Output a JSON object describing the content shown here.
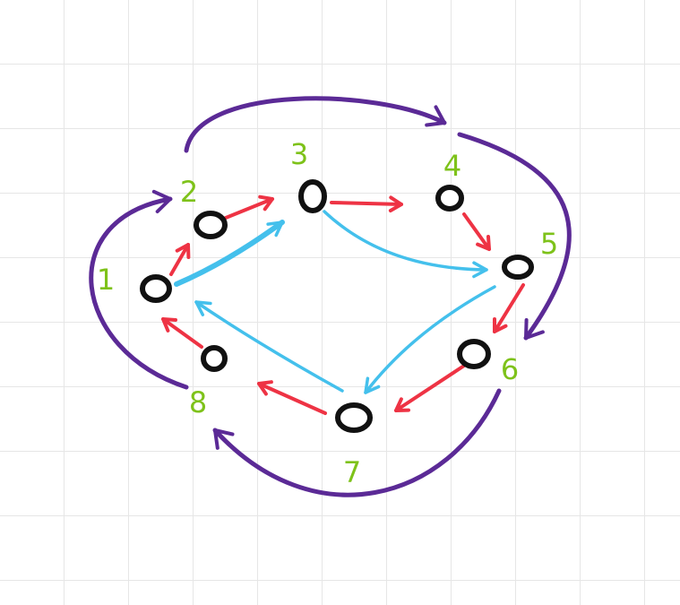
{
  "colors": {
    "node": "#111111",
    "label": "#7ec21a",
    "red_edge": "#ee3344",
    "blue_edge": "#44c0ec",
    "purple_edge": "#5b2a96"
  },
  "nodes": [
    {
      "id": "1",
      "label": "1"
    },
    {
      "id": "2",
      "label": "2"
    },
    {
      "id": "3",
      "label": "3"
    },
    {
      "id": "4",
      "label": "4"
    },
    {
      "id": "5",
      "label": "5"
    },
    {
      "id": "6",
      "label": "6"
    },
    {
      "id": "7",
      "label": "7"
    },
    {
      "id": "8",
      "label": "8"
    }
  ],
  "edges": {
    "red": [
      {
        "from": "1",
        "to": "2"
      },
      {
        "from": "2",
        "to": "3"
      },
      {
        "from": "3",
        "to": "4"
      },
      {
        "from": "4",
        "to": "5"
      },
      {
        "from": "5",
        "to": "6"
      },
      {
        "from": "6",
        "to": "7"
      },
      {
        "from": "7",
        "to": "8"
      },
      {
        "from": "8",
        "to": "1"
      }
    ],
    "blue": [
      {
        "from": "1",
        "to": "3"
      },
      {
        "from": "3",
        "to": "5"
      },
      {
        "from": "5",
        "to": "7"
      },
      {
        "from": "7",
        "to": "1"
      }
    ],
    "purple": [
      {
        "from": "2",
        "to": "4"
      },
      {
        "from": "4",
        "to": "6"
      },
      {
        "from": "6",
        "to": "8"
      },
      {
        "from": "8",
        "to": "2"
      }
    ]
  }
}
